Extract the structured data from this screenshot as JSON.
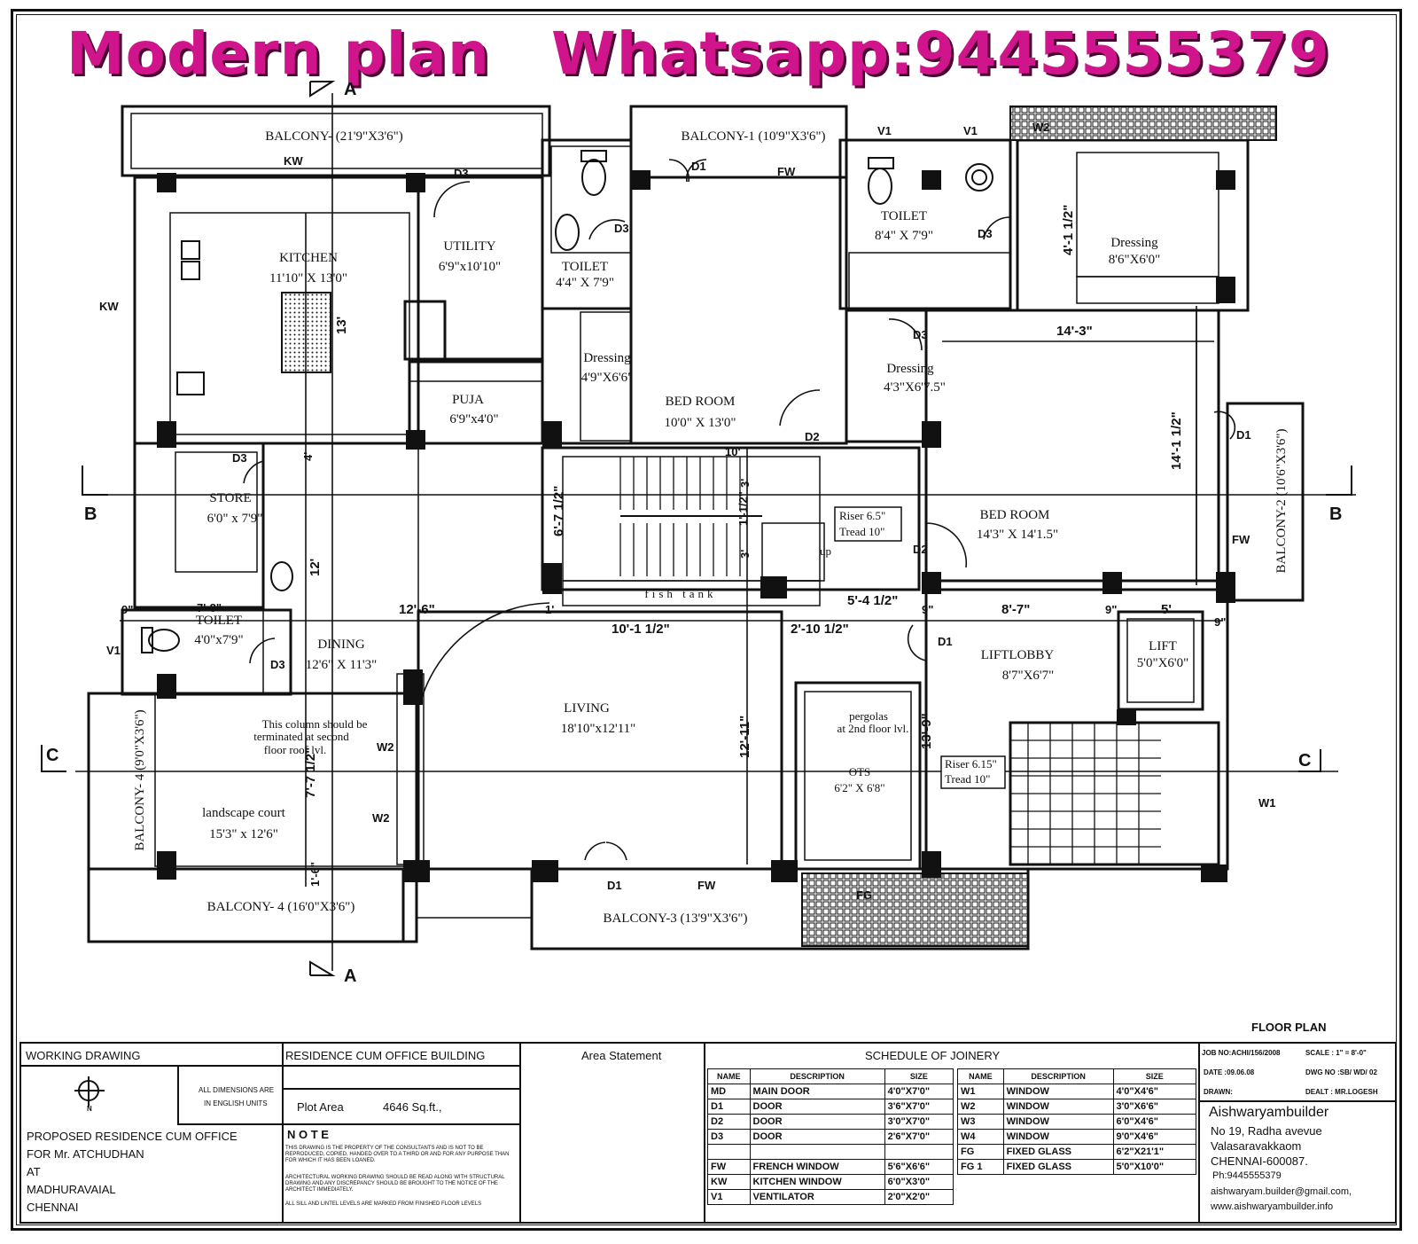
{
  "banner": {
    "left": "Modern plan",
    "right": "Whatsapp:9445555379",
    "color": "#d0148c"
  },
  "sections": {
    "a": "A",
    "b": "B",
    "c": "C"
  },
  "rooms": {
    "balcony_top_left": "BALCONY- (21'9\"X3'6\")",
    "balcony1": "BALCONY-1 (10'9\"X3'6\")",
    "kitchen_name": "KITCHEN",
    "kitchen_size": "11'10\" X 13'0\"",
    "utility_name": "UTILITY",
    "utility_size": "6'9\"x10'10\"",
    "toilet_a_name": "TOILET",
    "toilet_a_size": "4'4\" X 7'9\"",
    "dressing_a_name": "Dressing",
    "dressing_a_size": "4'9\"X6'6\"",
    "bedroom_a_name": "BED ROOM",
    "bedroom_a_size": "10'0\" X 13'0\"",
    "toilet_b_name": "TOILET",
    "toilet_b_size": "8'4\" X 7'9\"",
    "dressing_b_name": "Dressing",
    "dressing_b_size": "8'6\"X6'0\"",
    "dressing_c_name": "Dressing",
    "dressing_c_size": "4'3\"X6'7.5\"",
    "puja_name": "PUJA",
    "puja_size": "6'9\"x4'0\"",
    "store_name": "STORE",
    "store_size": "6'0\" x 7'9\"",
    "bedroom_b_name": "BED ROOM",
    "bedroom_b_size": "14'3\" X 14'1.5\"",
    "balcony2": "BALCONY-2 (10'6\"X3'6\")",
    "toilet_c_name": "TOILET",
    "toilet_c_size": "4'0\"x7'9\"",
    "dining_name": "DINING",
    "dining_size": "12'6\" X 11'3\"",
    "living_name": "LIVING",
    "living_size": "18'10\"x12'11\"",
    "liftlobby_name": "LIFTLOBBY",
    "liftlobby_size": "8'7\"X6'7\"",
    "lift_name": "LIFT",
    "lift_size": "5'0\"X6'0\"",
    "balcony4_side": "BALCONY- 4 (9'0\"X3'6\")",
    "landscape_name": "landscape court",
    "landscape_size": "15'3\" x 12'6\"",
    "column_note": [
      "This column should be",
      "terminated at second",
      "floor roof lvl."
    ],
    "pergolas": [
      "pergolas",
      "at 2nd floor lvl."
    ],
    "ots_name": "OTS",
    "ots_size": "6'2\" X 6'8\"",
    "balcony4_bottom": "BALCONY- 4 (16'0\"X3'6\")",
    "balcony3": "BALCONY-3 (13'9\"X3'6\")",
    "fish_tank": "fish tank",
    "riser_tread_1": [
      "Riser  6.5\"",
      "Tread  10\""
    ],
    "riser_tread_2": [
      "Riser  6.15\"",
      "Tread  10\""
    ],
    "up": "up"
  },
  "dims": {
    "d13": "13'",
    "d12": "12'",
    "d4": "4'",
    "d10": "10'",
    "d3a": "3'",
    "d1half": "1'-1/2\"",
    "d3b": "3'",
    "d6_7": "6'-7 1/2\"",
    "d14_3": "14'-3\"",
    "d14_1": "14'-1 1/2\"",
    "d4_1": "4'-1 1/2\"",
    "d12_6": "12'-6\"",
    "d10_1": "10'-1 1/2\"",
    "d2_10": "2'-10 1/2\"",
    "d5_4": "5'-4 1/2\"",
    "d8_7": "8'-7\"",
    "d9a": "9\"",
    "d9b": "9\"",
    "d9c": "9\"",
    "d9d": "9\"",
    "d5": "5'",
    "d7_8": "7'-8\"",
    "d12_11": "12'-11\"",
    "d13_9": "13'-9\"",
    "d7_7": "7'-7 1/2\"",
    "d1_6": "1'-6\"",
    "d1": "1'"
  },
  "openings": {
    "kw": "KW",
    "d1": "D1",
    "d2": "D2",
    "d3": "D3",
    "fw": "FW",
    "v1": "V1",
    "w1": "W1",
    "w2": "W2",
    "fg": "FG"
  },
  "title_block": {
    "floor_plan": "FLOOR PLAN",
    "working_drawing": "WORKING DRAWING",
    "dimensions_note": [
      "ALL DIMENSIONS ARE",
      "IN ENGLISH UNITS"
    ],
    "north": "N",
    "proposed": [
      "PROPOSED RESIDENCE CUM OFFICE",
      "FOR Mr. ATCHUDHAN",
      "AT",
      "MADHURAVAIAL",
      "CHENNAI"
    ],
    "building": "RESIDENCE CUM OFFICE BUILDING",
    "plot_area_label": "Plot Area",
    "plot_area_value": "4646 Sq.ft.,",
    "note_title": "N O T E",
    "note_1": "THIS DRAWING IS THE PROPERTY OF THE CONSULTANTS AND IS NOT TO BE REPRODUCED, COPIED, HANDED OVER TO A THIRD OR AND FOR ANY PURPOSE THAN FOR WHICH IT HAS BEEN LOANED.",
    "note_2": "ARCHITECTURAL WORKING DRAWING SHOULD BE READ ALONG WITH STRUCTURAL DRAWING AND ANY DISCREPANCY SHOULD BE BROUGHT TO THE NOTICE OF THE ARCHITECT IMMEDIATELY.",
    "note_3": "ALL SILL AND LINTEL LEVELS ARE MARKED FROM FINISHED FLOOR LEVELS",
    "area_statement": "Area Statement",
    "schedule_title": "SCHEDULE OF JOINERY",
    "job_no": "JOB NO:ACHI/156/2008",
    "scale": "SCALE  :  1\" = 8'-0\"",
    "date": "DATE  :09.06.08",
    "dwg_no": "DWG NO :SB/ WD/ 02",
    "drawn": "DRAWN:",
    "dealt": "DEALT  : MR.LOGESH",
    "company": "Aishwaryambuilder",
    "address": [
      "No 19, Radha avevue",
      "Valasaravakkaom",
      "CHENNAI-600087.",
      "Ph:9445555379",
      "aishwaryam.builder@gmail.com,",
      "www.aishwaryambuilder.info"
    ]
  },
  "joinery_headers": {
    "name": "NAME",
    "description": "DESCRIPTION",
    "size": "SIZE"
  },
  "joinery_left": [
    {
      "name": "MD",
      "desc": "MAIN DOOR",
      "size": "4'0\"X7'0\""
    },
    {
      "name": "D1",
      "desc": "DOOR",
      "size": "3'6\"X7'0\""
    },
    {
      "name": "D2",
      "desc": "DOOR",
      "size": "3'0\"X7'0\""
    },
    {
      "name": "D3",
      "desc": "DOOR",
      "size": "2'6\"X7'0\""
    },
    {
      "name": "",
      "desc": "",
      "size": ""
    },
    {
      "name": "FW",
      "desc": "FRENCH WINDOW",
      "size": "5'6\"X6'6\""
    },
    {
      "name": "KW",
      "desc": "KITCHEN WINDOW",
      "size": "6'0\"X3'0\""
    },
    {
      "name": "V1",
      "desc": "VENTILATOR",
      "size": "2'0\"X2'0\""
    }
  ],
  "joinery_right": [
    {
      "name": "W1",
      "desc": "WINDOW",
      "size": "4'0\"X4'6\""
    },
    {
      "name": "W2",
      "desc": "WINDOW",
      "size": "3'0\"X6'6\""
    },
    {
      "name": "W3",
      "desc": "WINDOW",
      "size": "6'0\"X4'6\""
    },
    {
      "name": "W4",
      "desc": "WINDOW",
      "size": "9'0\"X4'6\""
    },
    {
      "name": "FG",
      "desc": "FIXED GLASS",
      "size": "6'2\"X21'1\""
    },
    {
      "name": "FG 1",
      "desc": "FIXED GLASS",
      "size": "5'0\"X10'0\""
    }
  ]
}
